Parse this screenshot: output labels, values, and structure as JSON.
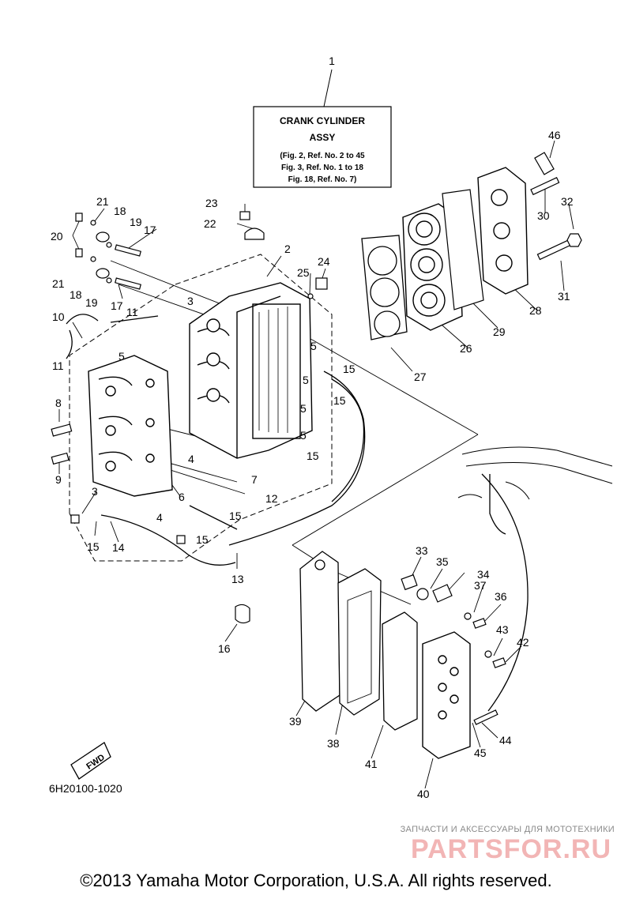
{
  "title_box": {
    "line1": "CRANK CYLINDER",
    "line2": "ASSY",
    "refs": [
      "(Fig. 2, Ref. No. 2 to 45",
      "Fig. 3, Ref. No. 1 to 18",
      "Fig. 18, Ref. No. 7)"
    ]
  },
  "fwd_label": "FWD",
  "part_code": "6H20100-1020",
  "copyright": "©2013 Yamaha Motor Corporation, U.S.A. All rights reserved.",
  "watermark": {
    "line": "ЗАПЧАСТИ И АКСЕССУАРЫ ДЛЯ МОТОТЕХНИКИ",
    "logo": "PARTSFOR.RU"
  },
  "callouts": {
    "c1": "1",
    "c2": "2",
    "c3a": "3",
    "c3b": "3",
    "c4a": "4",
    "c4b": "4",
    "c5a": "5",
    "c5b": "5",
    "c5c": "5",
    "c5d": "5",
    "c5e": "5",
    "c6": "6",
    "c7": "7",
    "c8": "8",
    "c9": "9",
    "c10": "10",
    "c11a": "11",
    "c11b": "11",
    "c12": "12",
    "c13": "13",
    "c14": "14",
    "c15a": "15",
    "c15b": "15",
    "c15c": "15",
    "c15d": "15",
    "c15e": "15",
    "c15f": "15",
    "c16": "16",
    "c17a": "17",
    "c17b": "17",
    "c18a": "18",
    "c18b": "18",
    "c19a": "19",
    "c19b": "19",
    "c20": "20",
    "c21a": "21",
    "c21b": "21",
    "c22": "22",
    "c23": "23",
    "c24": "24",
    "c25": "25",
    "c26": "26",
    "c27": "27",
    "c28": "28",
    "c29": "29",
    "c30": "30",
    "c31": "31",
    "c32": "32",
    "c33": "33",
    "c34": "34",
    "c35": "35",
    "c36": "36",
    "c37": "37",
    "c38": "38",
    "c39": "39",
    "c40": "40",
    "c41": "41",
    "c42": "42",
    "c43": "43",
    "c44": "44",
    "c45": "45",
    "c46": "46"
  }
}
